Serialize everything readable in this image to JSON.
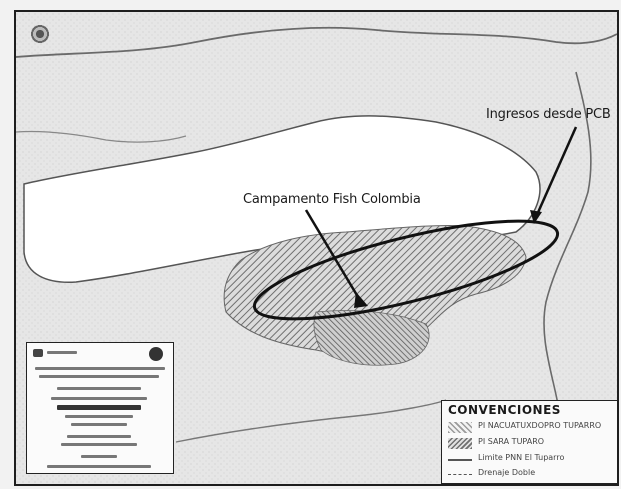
{
  "annotations": {
    "ingresos": "Ingresos desde PCB",
    "campamento": "Campamento Fish Colombia"
  },
  "legend": {
    "title": "CONVENCIONES",
    "items": [
      {
        "swatch": "hatch-light",
        "label": "PI NACUATUXDOPRO TUPARRO"
      },
      {
        "swatch": "hatch-dark",
        "label": "PI SARA TUPARO"
      },
      {
        "swatch": "line",
        "label": "Limite PNN El Tuparro"
      },
      {
        "swatch": "dash",
        "label": "Drenaje Doble"
      }
    ]
  },
  "colors": {
    "hatch": "#7a7a7a",
    "river": "#666666",
    "ellipse": "#111111",
    "white_region": "#ffffff",
    "background": "#e9e9e9"
  },
  "icons": {
    "compass": "compass-rose-icon",
    "logo_left": "institution-logo-icon",
    "logo_right": "park-emblem-icon"
  }
}
